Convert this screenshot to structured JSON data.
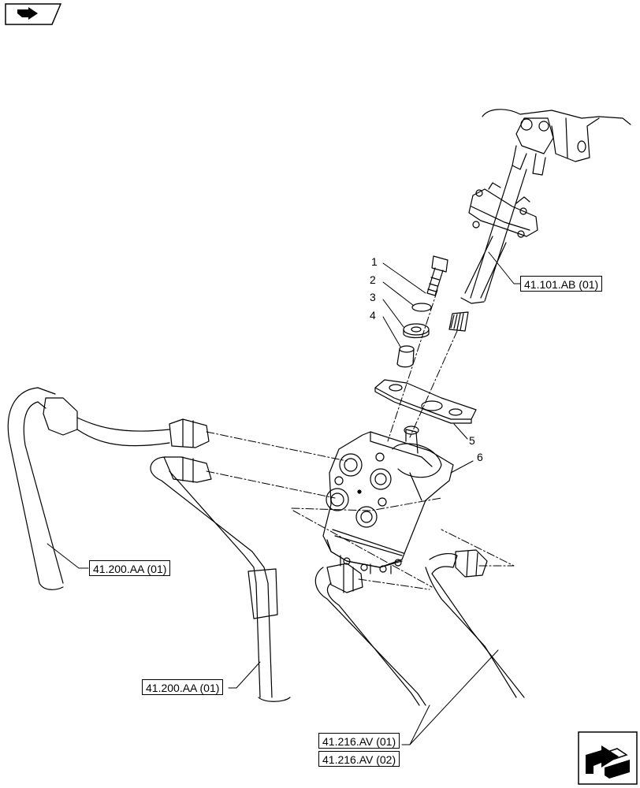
{
  "callouts": [
    "1",
    "2",
    "3",
    "4",
    "5",
    "6"
  ],
  "references": {
    "steering_column": "41.101.AB (01)",
    "hose_left": "41.200.AA (01)",
    "hose_center": "41.200.AA (01)",
    "pipe_1": "41.216.AV (01)",
    "pipe_2": "41.216.AV (02)"
  },
  "icons": {
    "top_left": "previous-page-icon",
    "bottom_right": "next-page-icon"
  }
}
